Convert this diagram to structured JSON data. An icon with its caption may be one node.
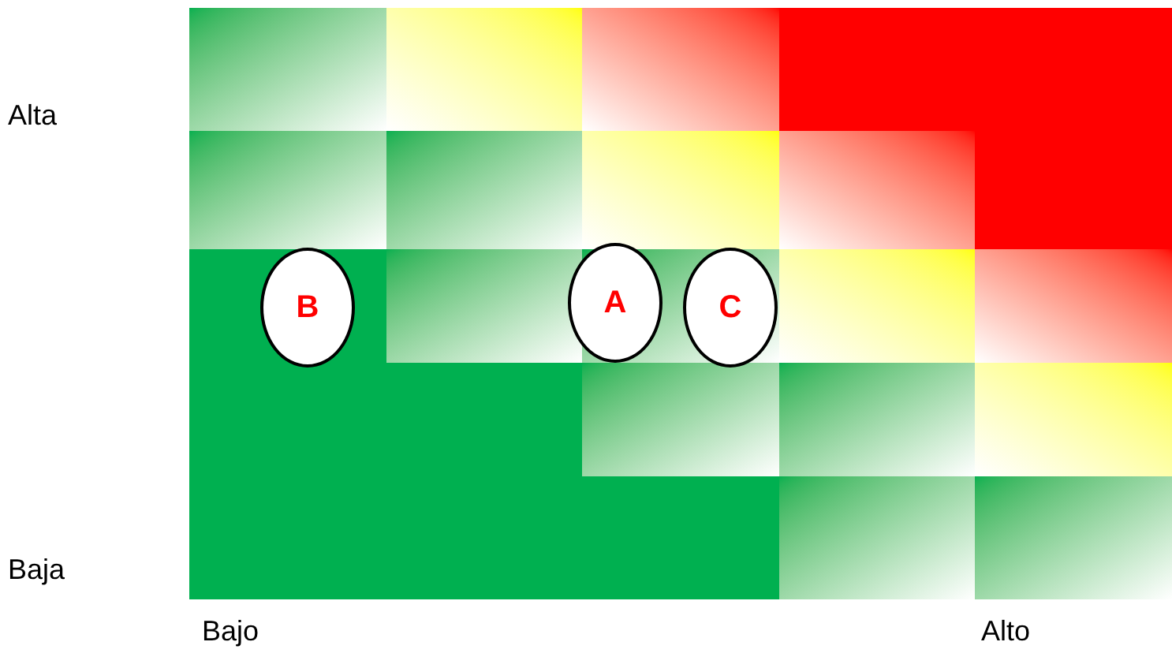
{
  "diagram": {
    "nodes": [
      {
        "text": [
          "B"
        ]
      },
      {
        "text": [
          "A"
        ]
      },
      {
        "text": [
          "C"
        ]
      }
    ],
    "labels": [
      "Alta",
      "Baja",
      "Bajo",
      "Alto"
    ]
  }
}
